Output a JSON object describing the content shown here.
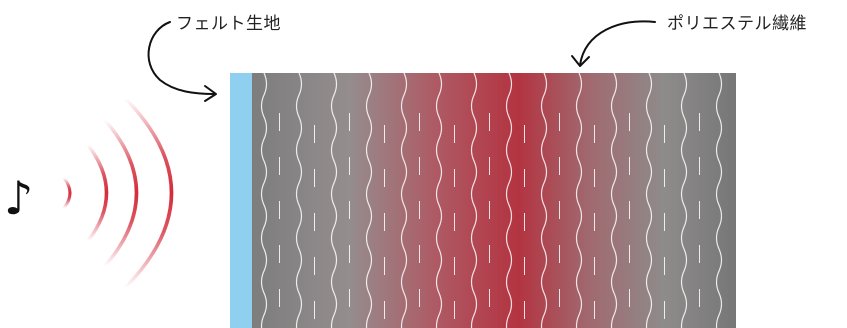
{
  "labels": {
    "felt": "フェルト生地",
    "polyester": "ポリエステル繊維"
  },
  "icons": {
    "music": "eighth-note-icon",
    "sound_waves": "sound-wave-arcs"
  },
  "colors": {
    "felt_layer": "#8fd0f0",
    "panel_base": "#7a7a7a",
    "panel_center": "#b0323f",
    "panel_mid": "#9a8a8c",
    "sound_wave": "#d42b3a",
    "fiber_line": "#ffffff",
    "label_text": "#222222",
    "arrow": "#111111"
  },
  "music_note": "♪"
}
